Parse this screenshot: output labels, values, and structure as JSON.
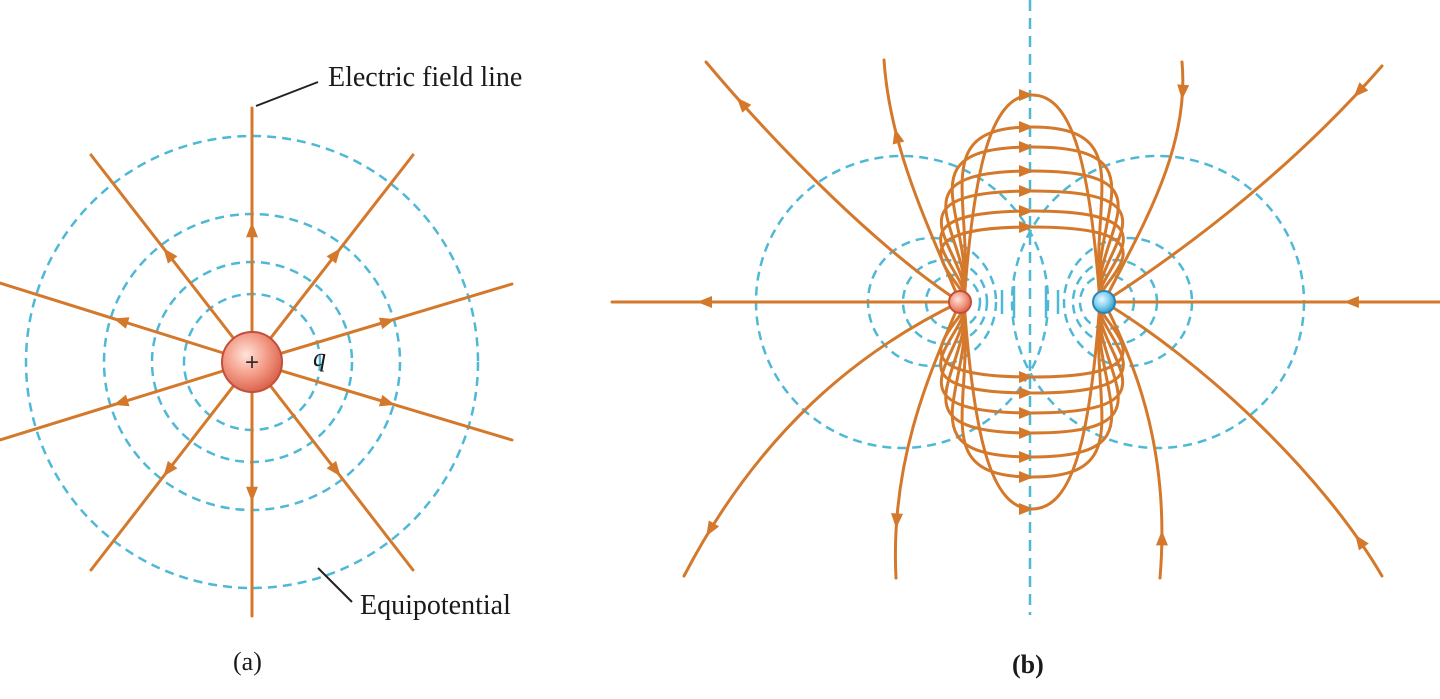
{
  "figure": {
    "panel_a": {
      "caption": "(a)",
      "charge_symbol": "+",
      "charge_label": "q",
      "field_line_callout": "Electric field line",
      "equipotential_callout": "Equipotential"
    },
    "panel_b": {
      "caption": "(b)"
    }
  },
  "colors": {
    "field_line": "#D4792B",
    "equipotential": "#4FB8D6",
    "positive_charge": "#F08C78",
    "negative_charge": "#5DBCE0",
    "leader_line": "#222222"
  },
  "icons": {
    "positive_charge": "red-sphere-with-plus",
    "negative_charge": "blue-sphere",
    "field_arrow": "orange-arrowhead"
  }
}
